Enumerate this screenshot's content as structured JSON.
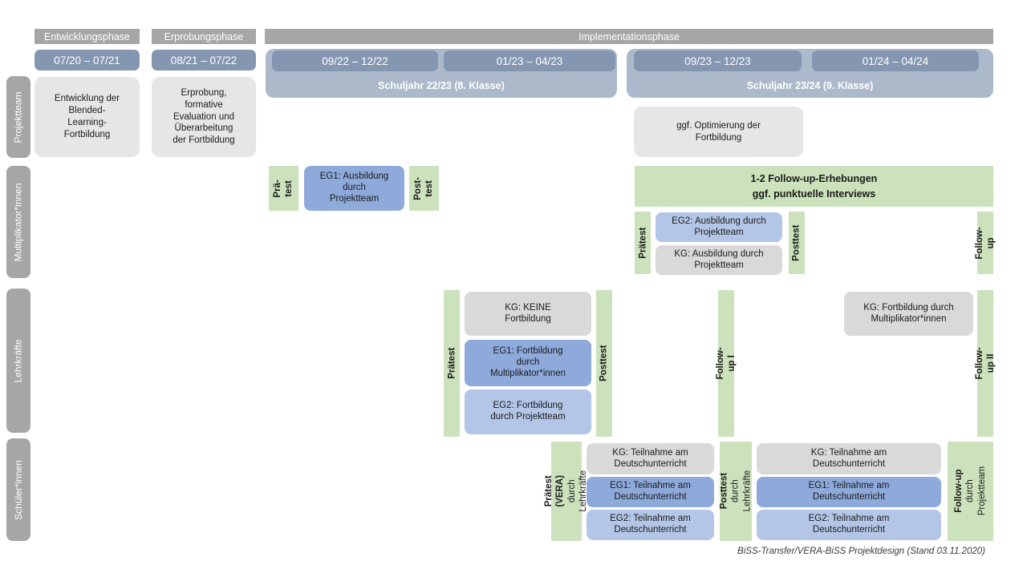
{
  "colors": {
    "phase_header_gray": "#A6A6A6",
    "row_label_gray": "#A6A6A6",
    "date_blue_gray": "#8496B0",
    "schuljahr_blue_gray": "#ACB9CA",
    "project_box_gray": "#E7E6E6",
    "kg_gray": "#D9D9D9",
    "eg1_blue": "#8EAADB",
    "eg2_blue": "#B4C6E7",
    "test_green": "#CBE2BC"
  },
  "header": {
    "phases": [
      {
        "label": "Entwicklungsphase"
      },
      {
        "label": "Erprobungsphase"
      },
      {
        "label": "Implementationsphase"
      }
    ],
    "dates": [
      "07/20 – 07/21",
      "08/21 – 07/22",
      "09/22 – 12/22",
      "01/23 – 04/23",
      "09/23 – 12/23",
      "01/24 – 04/24"
    ],
    "school_years": [
      "Schuljahr 22/23 (8. Klasse)",
      "Schuljahr 23/24 (9. Klasse)"
    ]
  },
  "row_labels": [
    "Projektteam",
    "Multiplikator*innen",
    "Lehrkräfte",
    "Schüler*innen"
  ],
  "projektteam": {
    "entwicklung": "Entwicklung der\nBlended-\nLearning-\nFortbildung",
    "erprobung": "Erprobung,\nformative\nEvaluation und\nÜberarbeitung\nder Fortbildung",
    "optimierung": "ggf. Optimierung der\nFortbildung"
  },
  "multiplikator": {
    "praetest1": "Prä-\ntest",
    "eg1": "EG1: Ausbildung\ndurch\nProjektteam",
    "posttest1": "Post-\ntest",
    "followup_header": "1-2 Follow-up-Erhebungen\nggf. punktuelle Interviews",
    "praetest2": "Prätest",
    "eg2": "EG2: Ausbildung durch\nProjektteam",
    "kg": "KG: Ausbildung durch\nProjektteam",
    "posttest2": "Posttest",
    "followup": "Follow-up"
  },
  "lehrkraefte": {
    "praetest": "Prätest",
    "kg1": "KG: KEINE\nFortbildung",
    "eg1": "EG1: Fortbildung\ndurch\nMultiplikator*innen",
    "eg2": "EG2: Fortbildung\ndurch Projektteam",
    "posttest": "Posttest",
    "followup1": "Follow-up I",
    "kg2": "KG: Fortbildung durch\nMultiplikator*innen",
    "followup2": "Follow-up II"
  },
  "schueler": {
    "praetest_main": "Prätest (VERA)",
    "praetest_sub": "durch Lehrkräfte",
    "kg": "KG: Teilnahme am\nDeutschunterricht",
    "eg1": "EG1: Teilnahme am\nDeutschunterricht",
    "eg2": "EG2: Teilnahme am\nDeutschunterricht",
    "posttest_main": "Posttest",
    "posttest_sub": "durch Lehrkräfte",
    "followup_main": "Follow-up",
    "followup_sub": "durch\nProjektteam"
  },
  "caption": "BiSS-Transfer/VERA-BiSS Projektdesign (Stand 03.11.2020)"
}
